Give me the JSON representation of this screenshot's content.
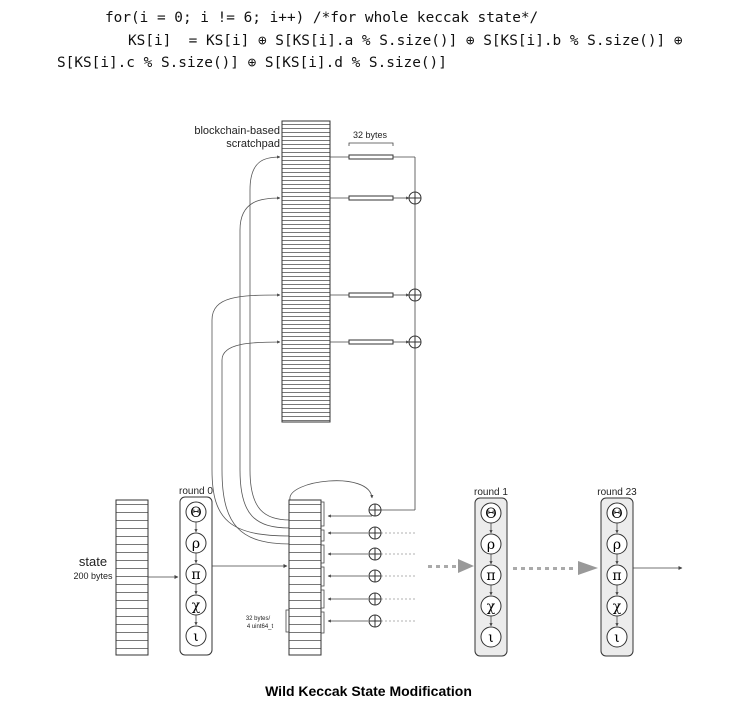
{
  "code": {
    "line1": "for(i = 0; i != 6; i++) /*for whole keccak state*/",
    "line2": "KS[i]  = KS[i] ⊕ S[KS[i].a % S.size()] ⊕ S[KS[i].b % S.size()] ⊕",
    "line3": "S[KS[i].c % S.size()] ⊕ S[KS[i].d % S.size()]"
  },
  "diagram": {
    "scratchpad_label_1": "blockchain-based",
    "scratchpad_label_2": "scratchpad",
    "chunk_label": "32 bytes",
    "state_label": "state",
    "state_size_label": "200 bytes",
    "lane_label_1": "32 bytes/",
    "lane_label_2": "4 uint64_t",
    "rounds": [
      {
        "label": "round 0"
      },
      {
        "label": "round 1"
      },
      {
        "label": "round 23"
      }
    ],
    "steps": [
      "Θ",
      "ρ",
      "π",
      "χ",
      "ι"
    ]
  },
  "caption": "Wild Keccak State Modification"
}
